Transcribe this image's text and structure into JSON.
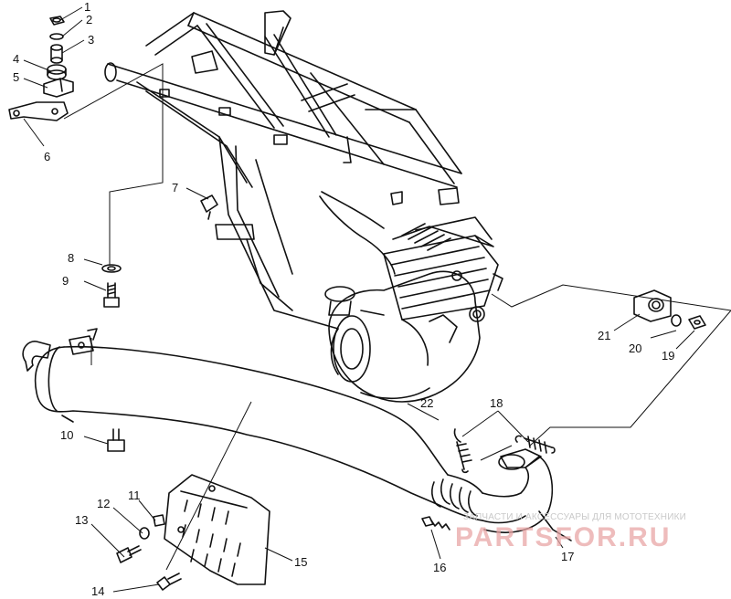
{
  "labels": {
    "l1": "1",
    "l2": "2",
    "l3": "3",
    "l4": "4",
    "l5": "5",
    "l6": "6",
    "l7": "7",
    "l8": "8",
    "l9": "9",
    "l10": "10",
    "l11": "11",
    "l12": "12",
    "l13": "13",
    "l14": "14",
    "l15": "15",
    "l16": "16",
    "l17": "17",
    "l18": "18",
    "l19": "19",
    "l20": "20",
    "l21": "21",
    "l22": "22"
  },
  "watermark": {
    "tagline": "ЗАПЧАСТИ И АКСЕССУАРЫ ДЛЯ МОТОТЕХНИКИ",
    "logo": "PARTSFOR.RU"
  },
  "colors": {
    "ink": "#111111",
    "watermark_logo": "#e9a6a6",
    "watermark_text": "#c9c9c9"
  }
}
